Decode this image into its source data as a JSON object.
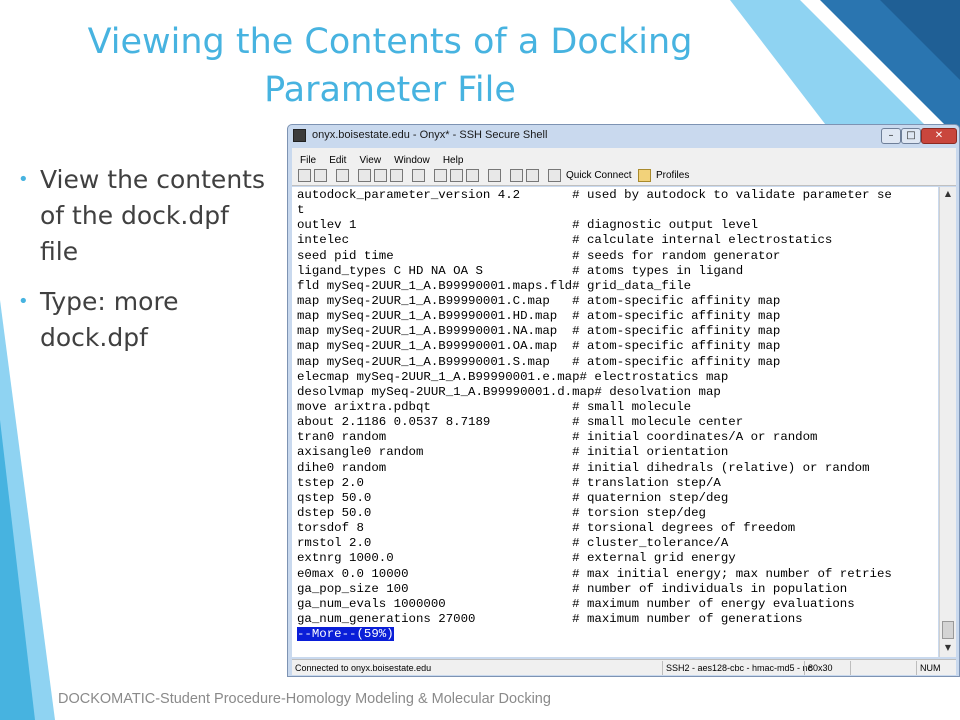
{
  "slide": {
    "title": "Viewing the Contents of a Docking Parameter File",
    "bullets": [
      "View the contents of the dock.dpf file",
      "Type: more dock.dpf"
    ],
    "footer": "DOCKOMATIC-Student Procedure-Homology Modeling & Molecular Docking"
  },
  "window": {
    "title": "onyx.boisestate.edu - Onyx* - SSH Secure Shell",
    "menu": [
      "File",
      "Edit",
      "View",
      "Window",
      "Help"
    ],
    "toolbar": {
      "quick_connect": "Quick Connect",
      "profiles": "Profiles"
    },
    "terminal_lines": [
      "autodock_parameter_version 4.2       # used by autodock to validate parameter se",
      "t",
      "outlev 1                             # diagnostic output level",
      "intelec                              # calculate internal electrostatics",
      "seed pid time                        # seeds for random generator",
      "ligand_types C HD NA OA S            # atoms types in ligand",
      "fld mySeq-2UUR_1_A.B99990001.maps.fld# grid_data_file",
      "map mySeq-2UUR_1_A.B99990001.C.map   # atom-specific affinity map",
      "map mySeq-2UUR_1_A.B99990001.HD.map  # atom-specific affinity map",
      "map mySeq-2UUR_1_A.B99990001.NA.map  # atom-specific affinity map",
      "map mySeq-2UUR_1_A.B99990001.OA.map  # atom-specific affinity map",
      "map mySeq-2UUR_1_A.B99990001.S.map   # atom-specific affinity map",
      "elecmap mySeq-2UUR_1_A.B99990001.e.map# electrostatics map",
      "desolvmap mySeq-2UUR_1_A.B99990001.d.map# desolvation map",
      "move arixtra.pdbqt                   # small molecule",
      "about 2.1186 0.0537 8.7189           # small molecule center",
      "tran0 random                         # initial coordinates/A or random",
      "axisangle0 random                    # initial orientation",
      "dihe0 random                         # initial dihedrals (relative) or random",
      "tstep 2.0                            # translation step/A",
      "qstep 50.0                           # quaternion step/deg",
      "dstep 50.0                           # torsion step/deg",
      "torsdof 8                            # torsional degrees of freedom",
      "rmstol 2.0                           # cluster_tolerance/A",
      "extnrg 1000.0                        # external grid energy",
      "e0max 0.0 10000                      # max initial energy; max number of retries",
      "ga_pop_size 100                      # number of individuals in population",
      "ga_num_evals 1000000                 # maximum number of energy evaluations",
      "ga_num_generations 27000             # maximum number of generations"
    ],
    "more_prompt": "--More--(59%)",
    "status": {
      "connection": "Connected to onyx.boisestate.edu",
      "cipher": "SSH2 - aes128-cbc - hmac-md5 - nc",
      "size": "80x30",
      "num": "NUM"
    }
  },
  "colors": {
    "title": "#47b3e0",
    "accent_dark": "#2a75b0",
    "accent_light": "#8fd3f2",
    "more_highlight": "#0a1ed8"
  }
}
